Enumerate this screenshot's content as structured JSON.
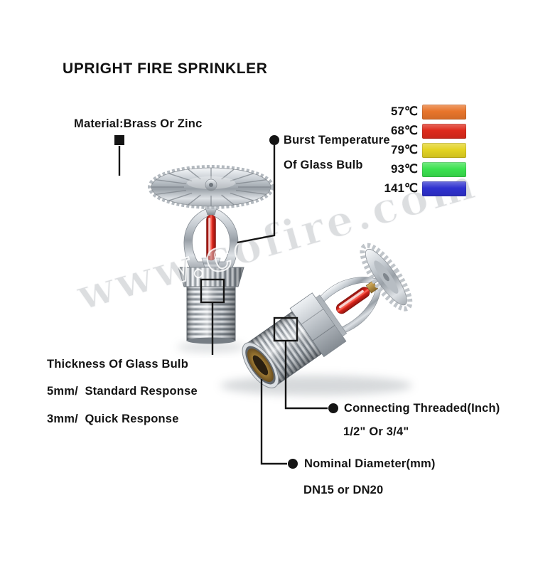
{
  "page": {
    "title": "UPRIGHT FIRE SPRINKLER",
    "watermark": "www.cofire.com"
  },
  "annotations": {
    "material": {
      "label": "Material:Brass Or Zinc"
    },
    "burst": {
      "line1": "Burst Temperature",
      "line2": "Of Glass Bulb"
    },
    "thickness": {
      "title": "Thickness Of Glass Bulb",
      "standard": "5mm/  Standard Response",
      "quick": "3mm/  Quick Response"
    },
    "connecting": {
      "title": "Connecting Threaded(Inch)",
      "value": "1/2\" Or 3/4\""
    },
    "nominal": {
      "title": "Nominal Diameter(mm)",
      "value": "DN15 or DN20"
    }
  },
  "temperature_legend": {
    "rows": [
      {
        "label": "57℃",
        "color": "#E8752B"
      },
      {
        "label": "68℃",
        "color": "#DE2A1B"
      },
      {
        "label": "79℃",
        "color": "#E3D322"
      },
      {
        "label": "93℃",
        "color": "#3BE24F"
      },
      {
        "label": "141℃",
        "color": "#2F31CF"
      }
    ]
  }
}
